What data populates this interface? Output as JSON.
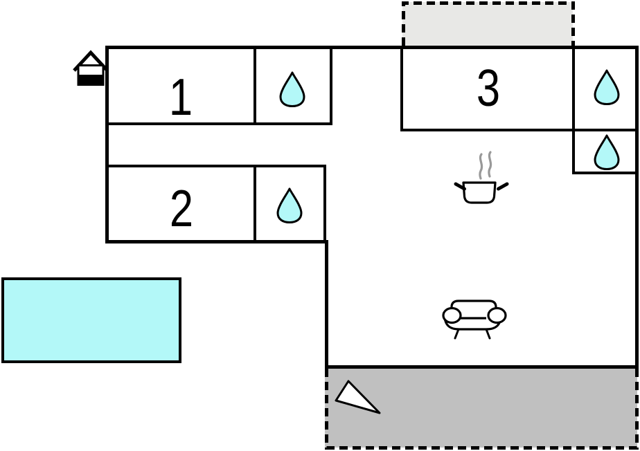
{
  "plan": {
    "type": "floor-plan",
    "rooms": [
      {
        "label": "1"
      },
      {
        "label": "2"
      },
      {
        "label": "3"
      }
    ],
    "bathroom_drop_count": 4,
    "colors": {
      "wall": "#000000",
      "water": "#b3f8f8",
      "pool": "#b3f8f8",
      "terrace_top": "#e8e8e6",
      "terrace_bottom": "#c0c0c0",
      "steam": "#999999",
      "triangle": "#ffffff",
      "background": "#ffffff"
    },
    "icons": {
      "entrance": "house-entrance-icon",
      "bathroom": "water-drop-icon",
      "kitchen": "steaming-pot-icon",
      "living_room": "sofa-icon",
      "terrace_marker": "triangle-marker"
    }
  }
}
